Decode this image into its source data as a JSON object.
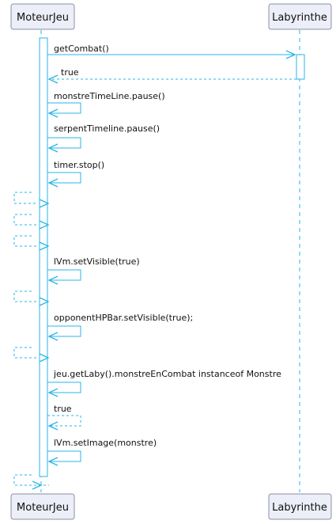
{
  "colors": {
    "line": "#29b6e8",
    "participant_fill": "#eceef8",
    "participant_border": "#8b8fa3",
    "text": "#111111"
  },
  "participants": [
    {
      "id": "moteur",
      "label": "MoteurJeu"
    },
    {
      "id": "laby",
      "label": "Labyrinthe"
    }
  ],
  "messages": [
    {
      "kind": "call",
      "from": "moteur",
      "to": "laby",
      "label": "getCombat()"
    },
    {
      "kind": "return",
      "from": "laby",
      "to": "moteur",
      "label": "true"
    },
    {
      "kind": "self",
      "label": "monstreTimeLine.pause()"
    },
    {
      "kind": "self",
      "label": "serpentTimeline.pause()"
    },
    {
      "kind": "self",
      "label": "timer.stop()"
    },
    {
      "kind": "found",
      "label": ""
    },
    {
      "kind": "found",
      "label": ""
    },
    {
      "kind": "found",
      "label": ""
    },
    {
      "kind": "self",
      "label": "lVm.setVisible(true)"
    },
    {
      "kind": "found",
      "label": ""
    },
    {
      "kind": "self",
      "label": "opponentHPBar.setVisible(true);"
    },
    {
      "kind": "found",
      "label": ""
    },
    {
      "kind": "self",
      "label": "jeu.getLaby().monstreEnCombat instanceof Monstre"
    },
    {
      "kind": "self-return",
      "label": "true"
    },
    {
      "kind": "self",
      "label": "lVm.setImage(monstre)"
    },
    {
      "kind": "found",
      "label": ""
    }
  ]
}
